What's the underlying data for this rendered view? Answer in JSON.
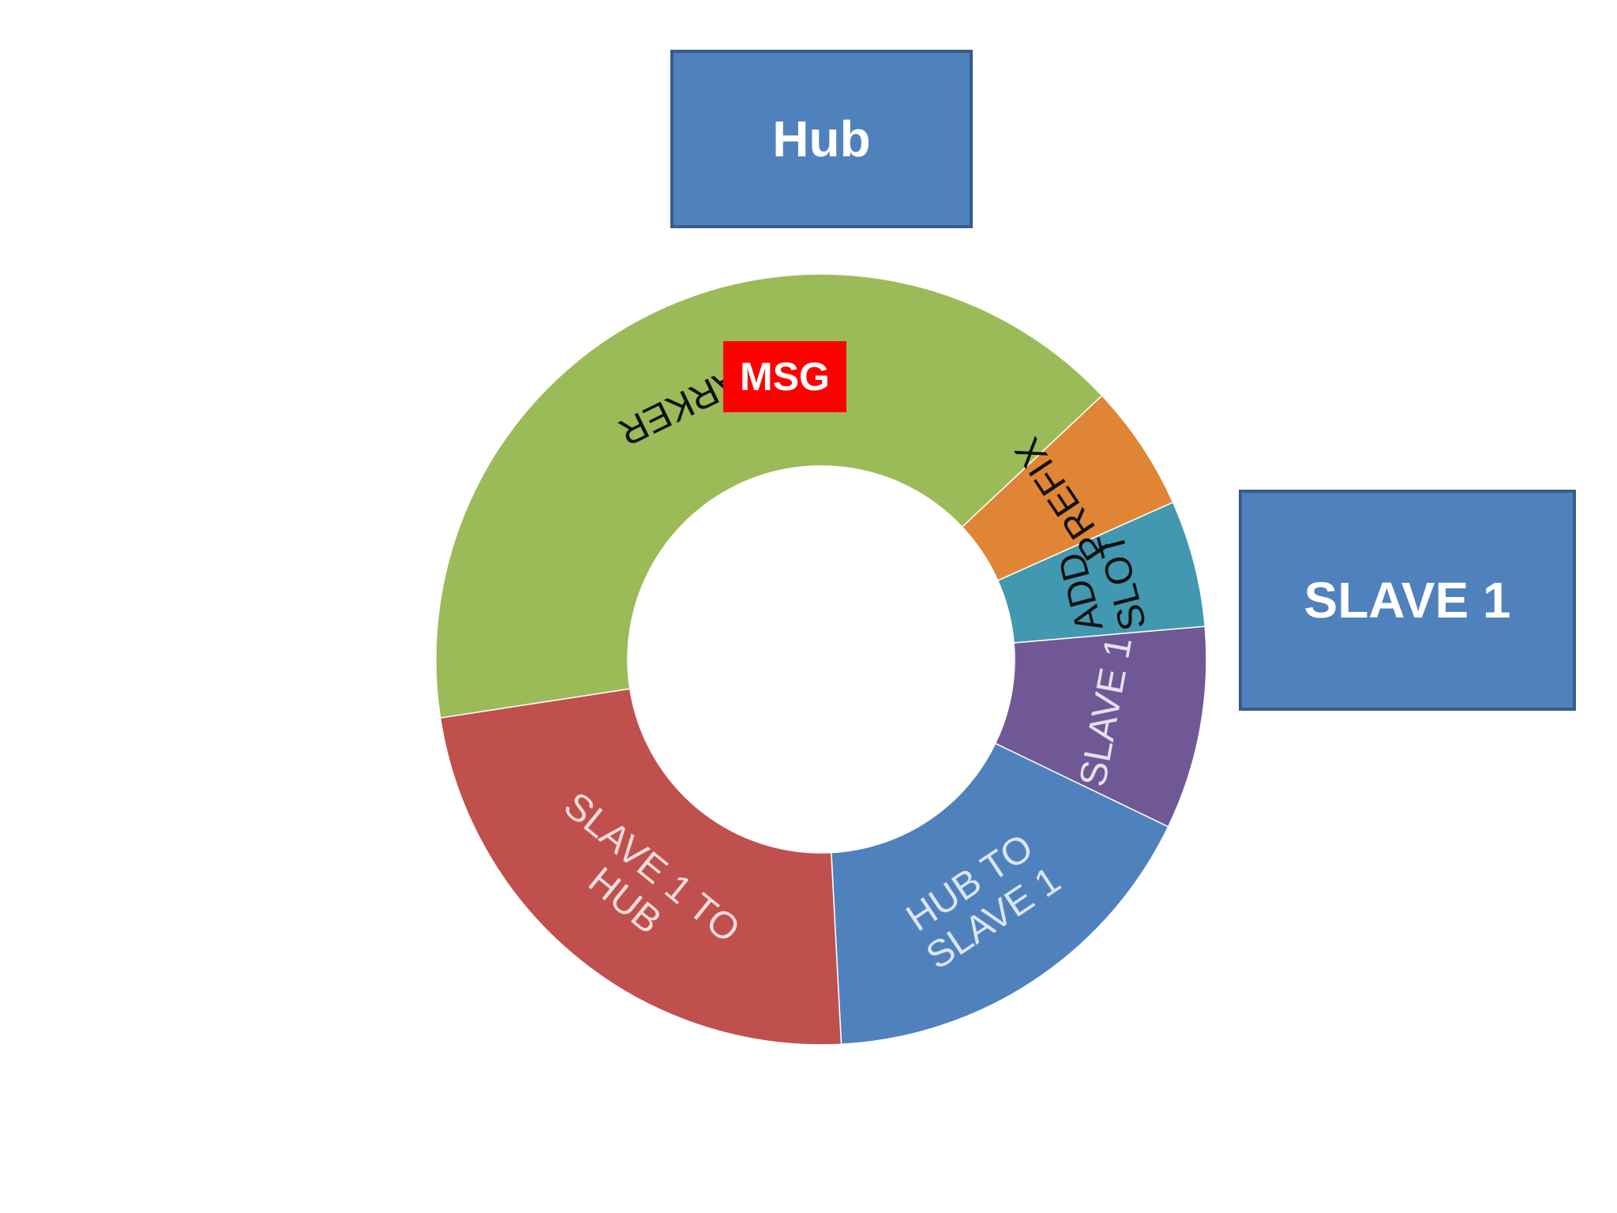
{
  "nodes": {
    "hub": "Hub",
    "slave": "SLAVE 1"
  },
  "message_tag": "MSG",
  "ring": {
    "segments": [
      {
        "key": "hub-to-slave",
        "lines": [
          "HUB TO",
          "SLAVE 1"
        ],
        "share_percent": 16,
        "color": "#4f81bd",
        "text_color": "#dbe5f1"
      },
      {
        "key": "slave",
        "lines": [
          "SLAVE 1"
        ],
        "share_percent": 8,
        "color": "#705896",
        "text_color": "#e5e0ec"
      },
      {
        "key": "add-slot",
        "lines": [
          "ADD",
          "SLOT"
        ],
        "share_percent": 5,
        "color": "#4298b0",
        "text_color": "#111111"
      },
      {
        "key": "prefix",
        "lines": [
          "PREFIX"
        ],
        "share_percent": 5,
        "color": "#df8535",
        "text_color": "#111111"
      },
      {
        "key": "marker",
        "lines": [
          "MARKER"
        ],
        "share_percent": 38,
        "color": "#9bbb59",
        "text_color": "#111111"
      },
      {
        "key": "slave-to-hub",
        "lines": [
          "SLAVE 1 TO",
          "HUB"
        ],
        "share_percent": 22,
        "color": "#c0504d",
        "text_color": "#f2dcdb"
      }
    ]
  }
}
